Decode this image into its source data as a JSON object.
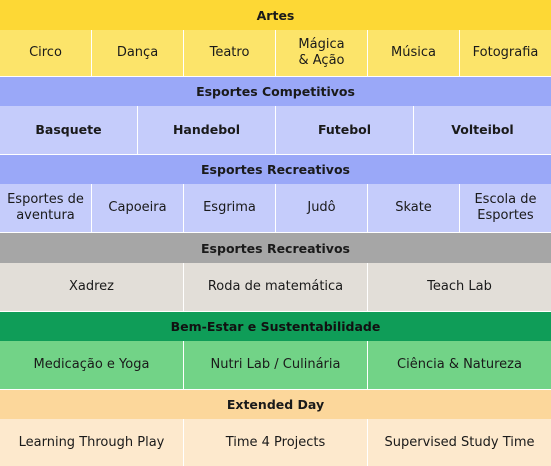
{
  "sections": [
    {
      "header": "Artes",
      "items": [
        "Circo",
        "Dança",
        "Teatro",
        "Mágica\n& Ação",
        "Música",
        "Fotografia"
      ]
    },
    {
      "header": "Esportes Competitivos",
      "items": [
        "Basquete",
        "Handebol",
        "Futebol",
        "Volteibol"
      ]
    },
    {
      "header": "Esportes Recreativos",
      "items": [
        "Esportes de\naventura",
        "Capoeira",
        "Esgrima",
        "Judô",
        "Skate",
        "Escola de\nEsportes"
      ]
    },
    {
      "header": "Esportes Recreativos",
      "items": [
        "Xadrez",
        "Roda de matemática",
        "Teach Lab"
      ]
    },
    {
      "header": "Bem-Estar e Sustentabilidade",
      "items": [
        "Medicação e Yoga",
        "Nutri Lab / Culinária",
        "Ciência & Natureza"
      ]
    },
    {
      "header": "Extended Day",
      "items": [
        "Learning Through Play",
        "Time 4 Projects",
        "Supervised Study Time"
      ]
    }
  ],
  "colors": {
    "artes_header": "#fdd835",
    "artes_cells": "#fce46a",
    "competitivos_header": "#9aa8f8",
    "competitivos_cells": "#c5ccfb",
    "recreativos_header": "#9aa8f8",
    "recreativos_cells": "#c5ccfb",
    "recreativos2_header": "#a6a6a6",
    "recreativos2_cells": "#e2ded8",
    "bemestar_header": "#0f9d58",
    "bemestar_cells": "#72d387",
    "extended_header": "#fcd79b",
    "extended_cells": "#fde9cd"
  }
}
